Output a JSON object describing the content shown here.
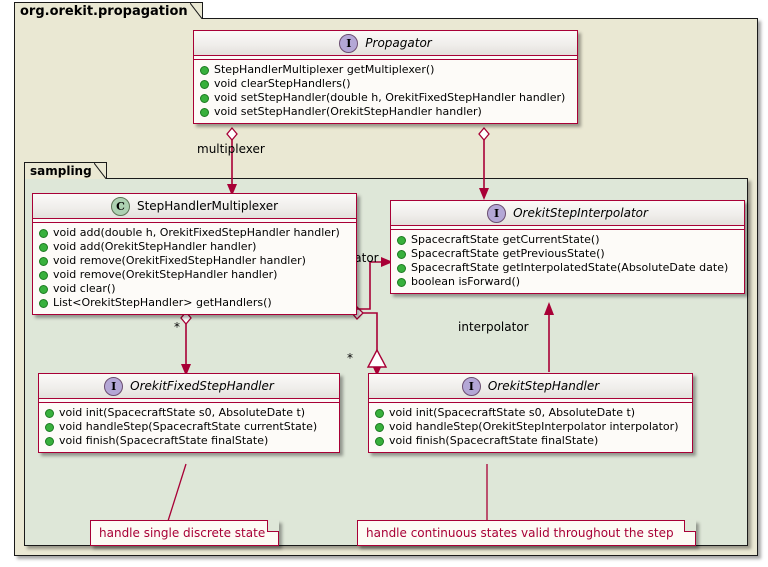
{
  "diagram": {
    "type": "uml-class-diagram",
    "colors": {
      "outer_package_bg": "#EAE8D3",
      "inner_package_bg": "#DEE7D8",
      "class_border": "#A80036",
      "class_body_bg": "#FDFBF8",
      "note_text": "#A80036",
      "interface_badge": "#B4A7D6",
      "class_badge": "#ADD1B2",
      "member_dot": "#38B03C"
    }
  },
  "packages": {
    "outer": {
      "name": "org.orekit.propagation"
    },
    "inner": {
      "name": "sampling"
    }
  },
  "classes": [
    {
      "id": "propagator",
      "name": "Propagator",
      "stereotype": "interface",
      "badge": "I",
      "members": [
        "StepHandlerMultiplexer getMultiplexer()",
        "void clearStepHandlers()",
        "void setStepHandler(double h, OrekitFixedStepHandler handler)",
        "void setStepHandler(OrekitStepHandler handler)"
      ]
    },
    {
      "id": "multiplexer",
      "name": "StepHandlerMultiplexer",
      "stereotype": "class",
      "badge": "C",
      "members": [
        "void add(double h, OrekitFixedStepHandler handler)",
        "void add(OrekitStepHandler handler)",
        "void remove(OrekitFixedStepHandler handler)",
        "void remove(OrekitStepHandler handler)",
        "void clear()",
        "List<OrekitStepHandler> getHandlers()"
      ]
    },
    {
      "id": "interpolator",
      "name": "OrekitStepInterpolator",
      "stereotype": "interface",
      "badge": "I",
      "members": [
        "SpacecraftState getCurrentState()",
        "SpacecraftState getPreviousState()",
        "SpacecraftState getInterpolatedState(AbsoluteDate date)",
        "boolean isForward()"
      ]
    },
    {
      "id": "fixedhandler",
      "name": "OrekitFixedStepHandler",
      "stereotype": "interface",
      "badge": "I",
      "members": [
        "void init(SpacecraftState s0, AbsoluteDate t)",
        "void handleStep(SpacecraftState currentState)",
        "void finish(SpacecraftState finalState)"
      ]
    },
    {
      "id": "stephandler",
      "name": "OrekitStepHandler",
      "stereotype": "interface",
      "badge": "I",
      "members": [
        "void init(SpacecraftState s0, AbsoluteDate t)",
        "void handleStep(OrekitStepInterpolator interpolator)",
        "void finish(SpacecraftState finalState)"
      ]
    }
  ],
  "edges": [
    {
      "id": "e1",
      "from": "propagator",
      "to": "multiplexer",
      "label": "multiplexer",
      "kind": "aggregation",
      "multiplicity": ""
    },
    {
      "id": "e2",
      "from": "propagator",
      "to": "interpolator",
      "label": "",
      "kind": "aggregation",
      "multiplicity": ""
    },
    {
      "id": "e3",
      "from": "multiplexer",
      "to": "fixedhandler",
      "label": "",
      "kind": "aggregation",
      "multiplicity": "*"
    },
    {
      "id": "e4",
      "from": "multiplexer",
      "to": "stephandler",
      "label": "",
      "kind": "aggregation",
      "multiplicity": "*"
    },
    {
      "id": "e5",
      "from": "multiplexer",
      "to": "interpolator",
      "label": "interpolator",
      "kind": "association",
      "multiplicity": ""
    },
    {
      "id": "e6",
      "from": "stephandler",
      "to": "interpolator",
      "label": "interpolator",
      "kind": "association",
      "multiplicity": ""
    }
  ],
  "notes": [
    {
      "id": "n1",
      "text": "handle single discrete state",
      "attached_to": "fixedhandler"
    },
    {
      "id": "n2",
      "text": "handle continuous states valid throughout the step",
      "attached_to": "stephandler"
    }
  ]
}
